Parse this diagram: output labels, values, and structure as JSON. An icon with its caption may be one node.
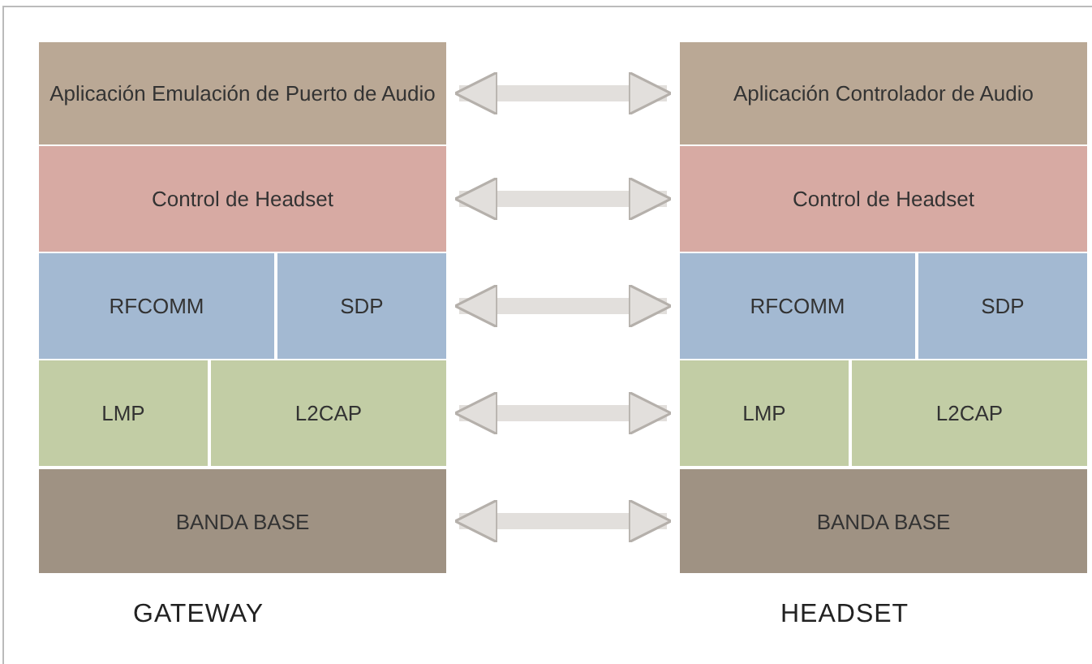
{
  "diagram": {
    "nodes": [
      {
        "text": [
          "Aplicación Emulación de Puerto de Audio"
        ]
      },
      {
        "text": [
          "Control de Headset"
        ]
      },
      {
        "text": [
          "RFCOMM"
        ]
      },
      {
        "text": [
          "SDP"
        ]
      },
      {
        "text": [
          "LMP"
        ]
      },
      {
        "text": [
          "L2CAP"
        ]
      },
      {
        "text": [
          "BANDA BASE"
        ]
      },
      {
        "text": [
          "Aplicación Controlador de Audio"
        ]
      },
      {
        "text": [
          "Control de Headset"
        ]
      },
      {
        "text": [
          "RFCOMM"
        ]
      },
      {
        "text": [
          "SDP"
        ]
      },
      {
        "text": [
          "LMP"
        ]
      },
      {
        "text": [
          "L2CAP"
        ]
      },
      {
        "text": [
          "BANDA BASE"
        ]
      }
    ],
    "edges": [
      {
        "from": 0,
        "to": 7,
        "arrow": "both"
      },
      {
        "from": 1,
        "to": 8,
        "arrow": "both"
      },
      {
        "from": 3,
        "to": 9,
        "arrow": "both"
      },
      {
        "from": 5,
        "to": 11,
        "arrow": "both"
      },
      {
        "from": 6,
        "to": 13,
        "arrow": "both"
      }
    ],
    "labels": [
      "GATEWAY",
      "HEADSET"
    ]
  }
}
